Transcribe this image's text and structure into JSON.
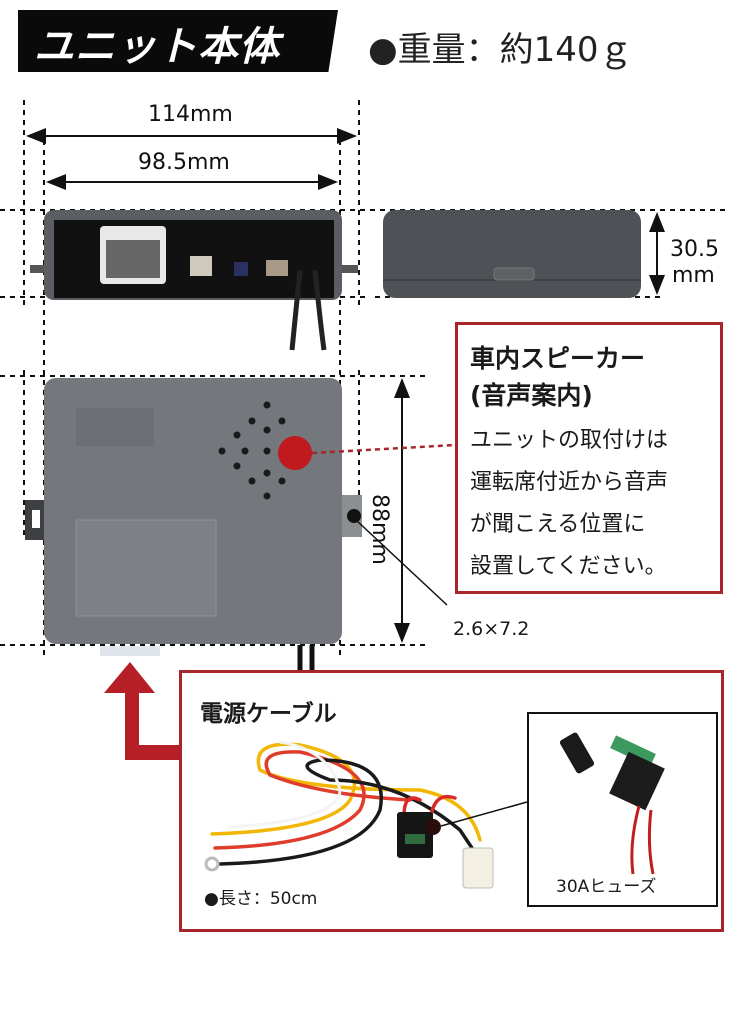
{
  "header": {
    "title": "ユニット本体",
    "weight": "●重量：約140ｇ"
  },
  "dimensions": {
    "overall_width": "114mm",
    "body_width": "98.5mm",
    "height_value": "30.5",
    "height_unit": "mm",
    "depth": "88mm",
    "mount_hole": "2.6×7.2"
  },
  "speaker_callout": {
    "title_line1": "車内スピーカー",
    "title_line2": "(音声案内)",
    "desc_lines": [
      "ユニットの取付けは",
      "運転席付近から音声",
      "が聞こえる位置に",
      "設置してください。"
    ]
  },
  "power_cable": {
    "title": "電源ケーブル",
    "length": "●長さ：50cm",
    "fuse_label": "30Aヒューズ"
  },
  "colors": {
    "accent_red": "#a8262b",
    "marker_red": "#c0191e",
    "unit_gray": "#6b6e72",
    "unit_dark": "#4a4d52",
    "badge_black": "#0a0a0a"
  }
}
